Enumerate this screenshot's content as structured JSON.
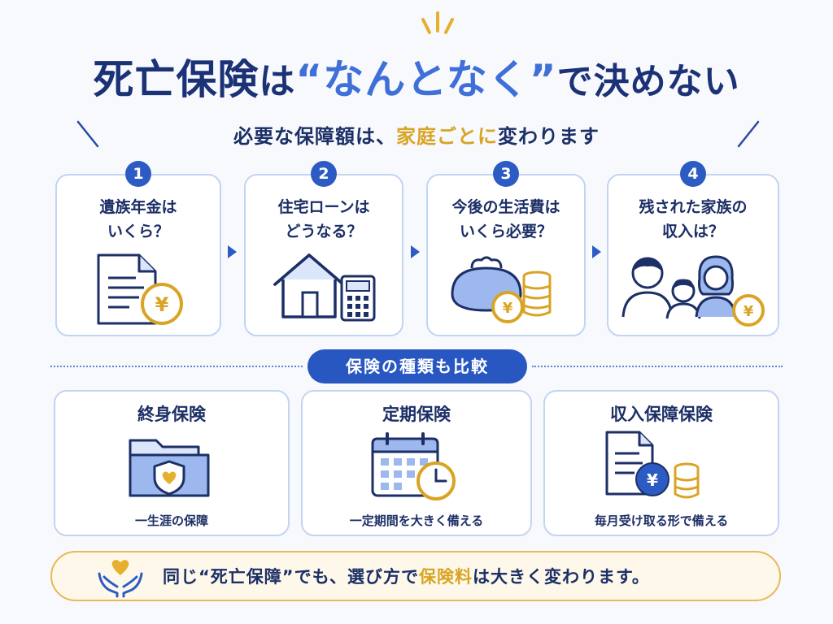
{
  "header": {
    "title_part1": "死亡保険",
    "title_part2": "は",
    "title_part3": "“なんとなく”",
    "title_part4": "で決めない",
    "subtitle_part1": "必要な保障額は、",
    "subtitle_highlight": "家庭ごとに",
    "subtitle_part2": "変わります"
  },
  "steps": [
    {
      "num": "1",
      "line1": "遺族年金は",
      "line2": "いくら？",
      "icon": "document-yen-icon"
    },
    {
      "num": "2",
      "line1": "住宅ローンは",
      "line2": "どうなる？",
      "icon": "house-calculator-icon"
    },
    {
      "num": "3",
      "line1": "今後の生活費は",
      "line2": "いくら必要？",
      "icon": "purse-coins-icon"
    },
    {
      "num": "4",
      "line1": "残された家族の",
      "line2": "収入は？",
      "icon": "family-yen-icon"
    }
  ],
  "compare": {
    "pill": "保険の種類も比較",
    "types": [
      {
        "title": "終身保険",
        "sub": "一生涯の保障",
        "icon": "folder-shield-icon"
      },
      {
        "title": "定期保険",
        "sub": "一定期間を大きく備える",
        "icon": "calendar-clock-icon"
      },
      {
        "title": "収入保障保険",
        "sub": "毎月受け取る形で備える",
        "icon": "document-coins-icon"
      }
    ]
  },
  "banner": {
    "part1": "同じ“死亡保障”でも、選び方で",
    "highlight": "保険料",
    "part2": "は大きく変わります。",
    "icon": "hands-heart-icon"
  },
  "colors": {
    "navy": "#1c3276",
    "blue": "#2d5bc4",
    "gold": "#d9a424",
    "light_blue": "#c2d4f2"
  }
}
